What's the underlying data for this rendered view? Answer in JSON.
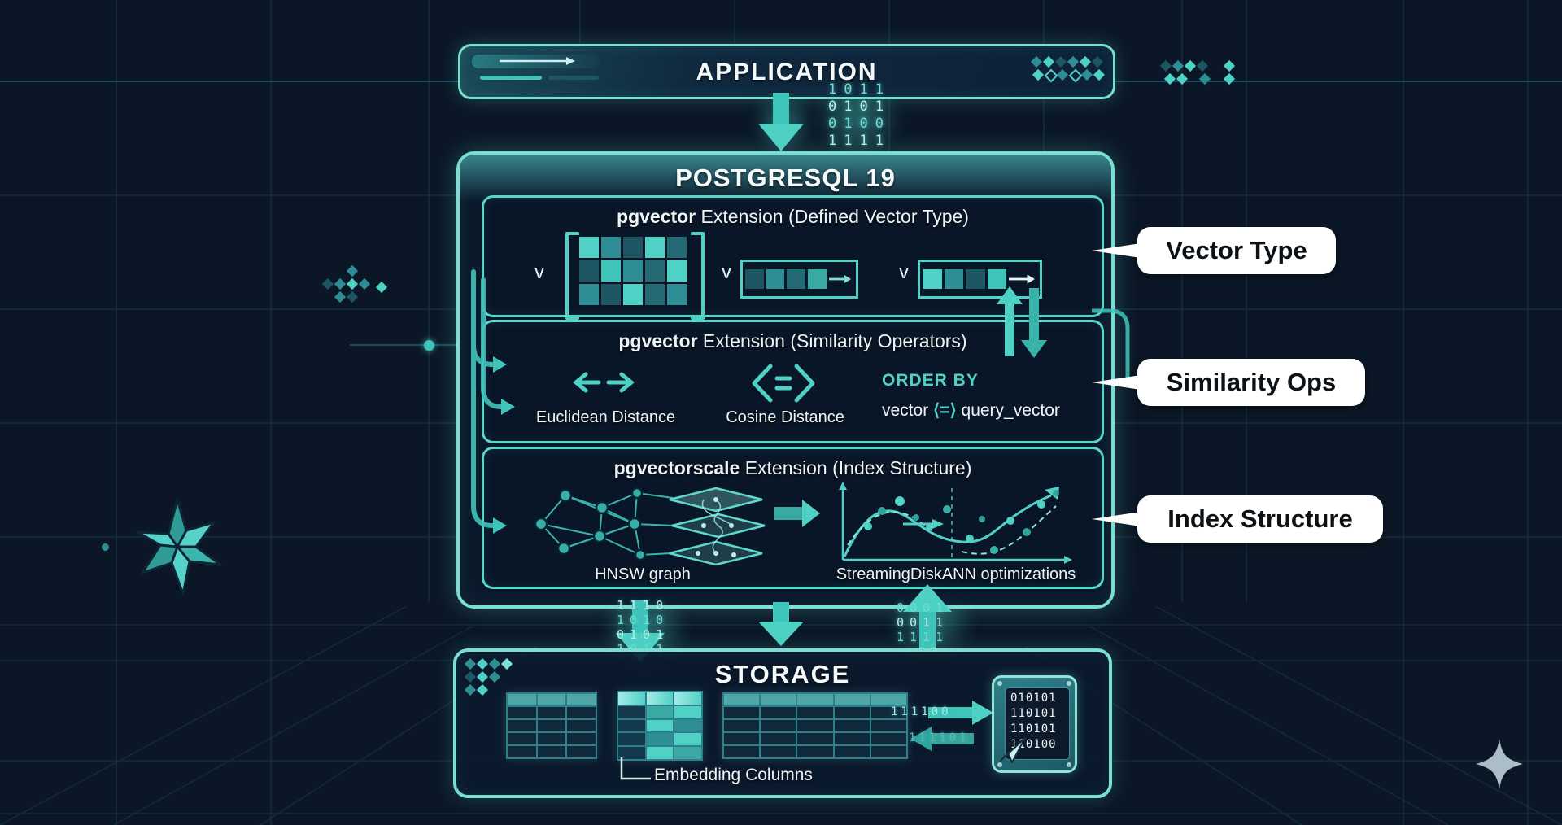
{
  "colors": {
    "accent": "#4fd1c5",
    "accent_bright": "#7fe0d6",
    "accent_dim": "#2fa49e",
    "background": "#0b1726",
    "box_border": "#79dfd3",
    "callout_bg": "#ffffff",
    "callout_text": "#0c1115"
  },
  "app_bar": {
    "title": "APPLICATION"
  },
  "top_binary": [
    "1011",
    "0101",
    "0100",
    "1111"
  ],
  "postgres": {
    "title": "POSTGRESQL 19"
  },
  "sections": {
    "vector_type": {
      "title_bold": "pgvector",
      "title_rest": " Extension (Defined Vector Type)",
      "var": "v"
    },
    "similarity": {
      "title_bold": "pgvector",
      "title_rest": " Extension (Similarity Operators)",
      "euclidean": "Euclidean Distance",
      "cosine": "Cosine Distance",
      "order_by": "ORDER BY",
      "expr_left": "vector ",
      "expr_op": "⟨=⟩",
      "expr_right": " query_vector"
    },
    "index": {
      "title_bold": "pgvectorscale",
      "title_rest": " Extension (Index Structure)",
      "hnsw": "HNSW graph",
      "diskann": "StreamingDiskANN optimizations"
    }
  },
  "between_binary": {
    "left": [
      "1110",
      "1010",
      "0101",
      "1011"
    ],
    "right": [
      "0001",
      "0011",
      "1111"
    ]
  },
  "storage": {
    "title": "STORAGE",
    "embedding": "Embedding Columns",
    "out_bits": "111100",
    "in_bits": "111101",
    "disk_bits": [
      "010101",
      "110101",
      "110101",
      "110100"
    ]
  },
  "callouts": {
    "vector_type": "Vector Type",
    "similarity": "Similarity Ops",
    "index": "Index Structure"
  }
}
